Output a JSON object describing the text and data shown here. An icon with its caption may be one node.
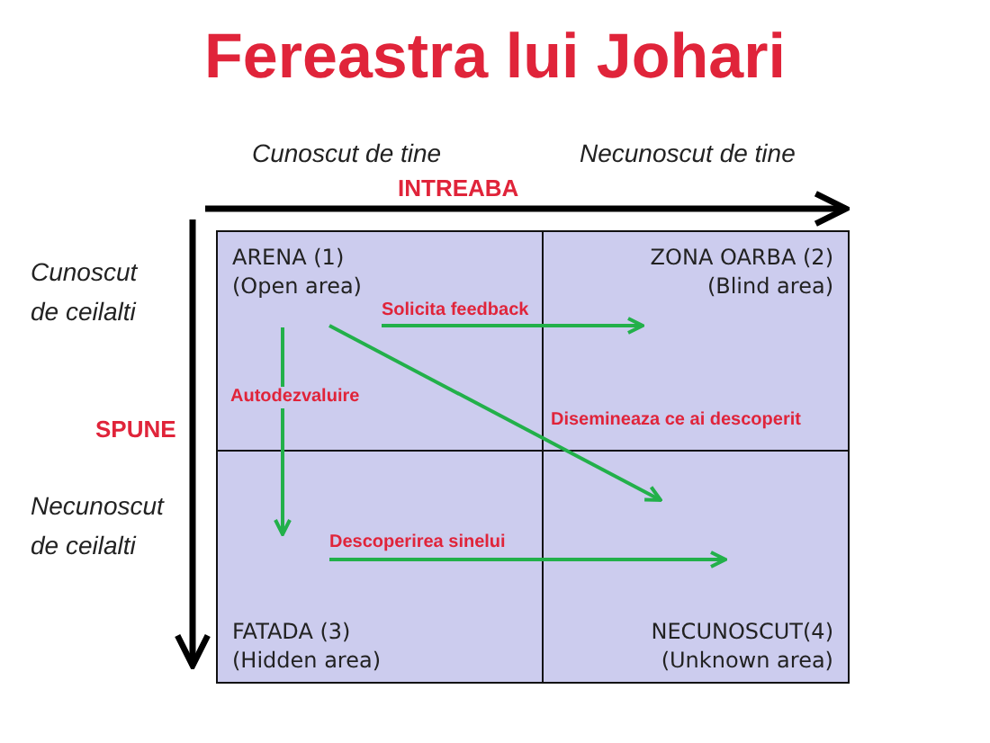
{
  "diagram": {
    "title": "Fereastra lui Johari",
    "nodes": [
      {
        "text": [
          "ARENA (1)",
          "(Open area)"
        ]
      },
      {
        "text": [
          "ZONA OARBA (2)",
          "(Blind area)"
        ]
      },
      {
        "text": [
          "FATADA (3)",
          "(Hidden area)"
        ]
      },
      {
        "text": [
          "NECUNOSCUT(4)",
          "(Unknown area)"
        ]
      }
    ],
    "edges": [
      {
        "from": 0,
        "to": 1,
        "arrow": "to",
        "label": "Solicita feedback",
        "color": "#22b04a"
      },
      {
        "from": 0,
        "to": 2,
        "arrow": "to",
        "label": "Autodezvaluire",
        "color": "#22b04a"
      },
      {
        "from": 0,
        "to": 3,
        "arrow": "to",
        "label": "Disemineaza ce ai descoperit",
        "color": "#22b04a"
      },
      {
        "from": 2,
        "to": 3,
        "arrow": "to",
        "label": "Descoperirea sinelui",
        "color": "#22b04a"
      }
    ],
    "labels": [
      "Cunoscut de tine",
      "Necunoscut de tine",
      "INTREABA",
      "Cunoscut de ceilalti",
      "SPUNE",
      "Necunoscut de ceilalti"
    ]
  }
}
